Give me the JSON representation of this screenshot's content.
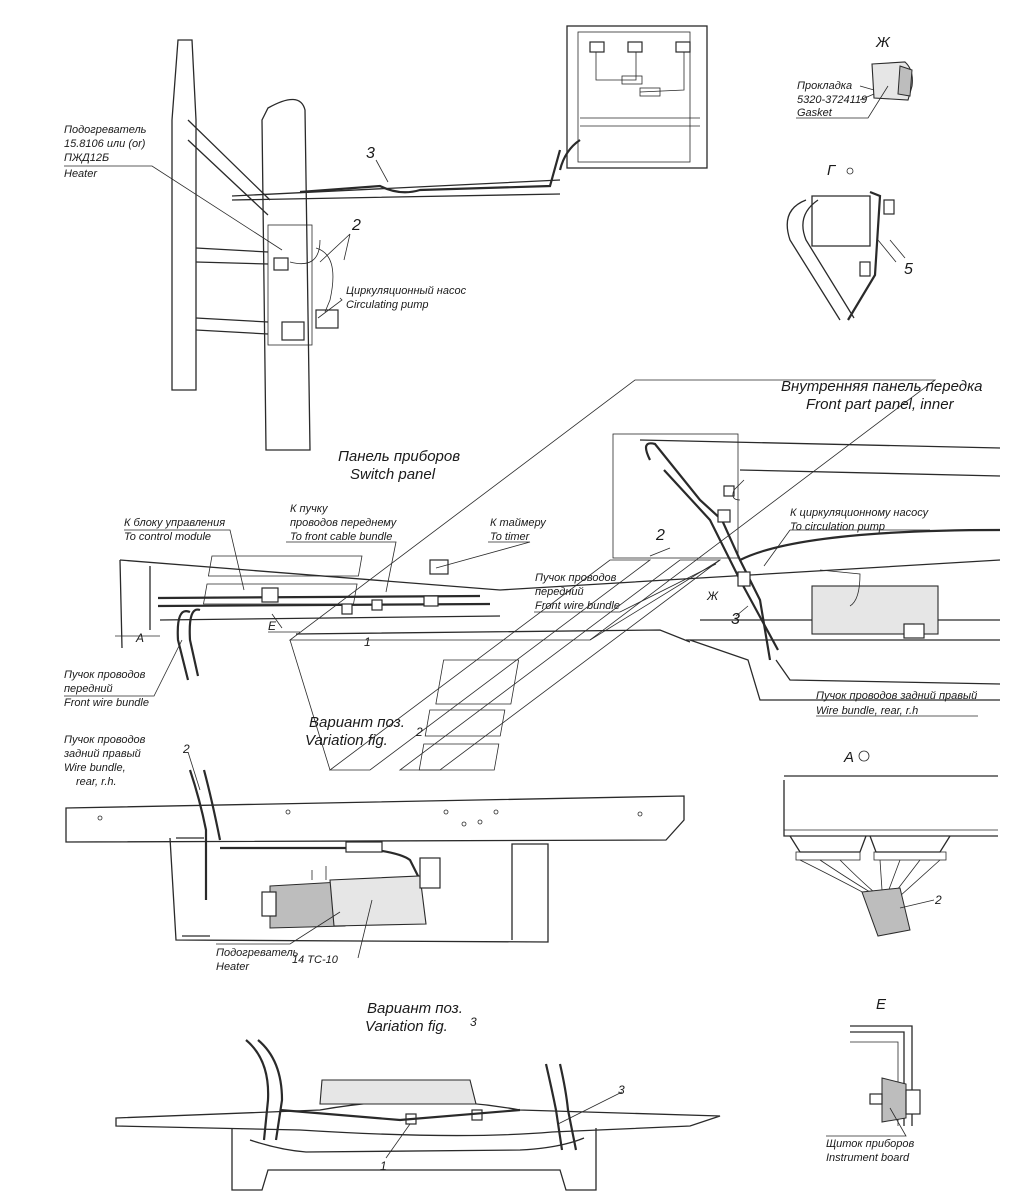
{
  "labels": {
    "heater_top_ru_1": "Подогреватель",
    "heater_top_ru_2": "15.8106 или (or)",
    "heater_top_ru_3": "ПЖД12Б",
    "heater_top_en": "Heater",
    "pump_ru": "Циркуляционный насос",
    "pump_en": "Circulating pump",
    "view_zh": "Ж",
    "gasket_ru": "Прокладка",
    "gasket_num": "5320-3724119",
    "gasket_en": "Gasket",
    "view_g": "Г",
    "inner_panel_ru": "Внутренняя панель передка",
    "inner_panel_en": "Front part panel, inner",
    "switch_panel_ru": "Панель приборов",
    "switch_panel_en": "Switch panel",
    "control_module_ru": "К блоку управления",
    "control_module_en": "To control module",
    "front_bundle_ru_1": "К пучку",
    "front_bundle_ru_2": "проводов переднему",
    "front_bundle_en": "To front cable bundle",
    "timer_ru": "К таймеру",
    "timer_en": "To timer",
    "circ_pump_ru": "К циркуляционному насосу",
    "circ_pump_en": "To circulation pump",
    "front_wire_ru_1": "Пучок проводов",
    "front_wire_ru_2": "передний",
    "front_wire_en": "Front wire bundle",
    "front_wire_left_ru_1": "Пучок проводов",
    "front_wire_left_ru_2": "передний",
    "front_wire_left_en": "Front wire bundle",
    "rear_rh_ru": "Пучок проводов задний правый",
    "rear_rh_en": "Wire bundle, rear, r.h",
    "variant2_ru": "Вариант поз.",
    "variant2_en": "Variation fig.",
    "rear_left_ru_1": "Пучок проводов",
    "rear_left_ru_2": "задний правый",
    "rear_left_en_1": "Wire bundle,",
    "rear_left_en_2": "rear, r.h.",
    "heater_bottom_ru": "Подогреватель",
    "heater_bottom_model": "14 ТС-10",
    "heater_bottom_en": "Heater",
    "view_a": "А",
    "variant3_ru": "Вариант поз.",
    "variant3_en": "Variation fig.",
    "view_e": "Е",
    "instrument_ru": "Щиток приборов",
    "instrument_en": "Instrument board"
  },
  "callouts": {
    "n3_top": "3",
    "n2_top": "2",
    "n5": "5",
    "n2_panel": "2",
    "n3_panel": "3",
    "n1_panel": "1",
    "n2_variant_title": "2",
    "n2_variant": "2",
    "n2_view_a": "2",
    "n3_variant_title": "3",
    "n3_variant": "3",
    "n1_variant": "1",
    "mark_a": "А",
    "mark_e": "Е",
    "mark_zh": "Ж"
  }
}
